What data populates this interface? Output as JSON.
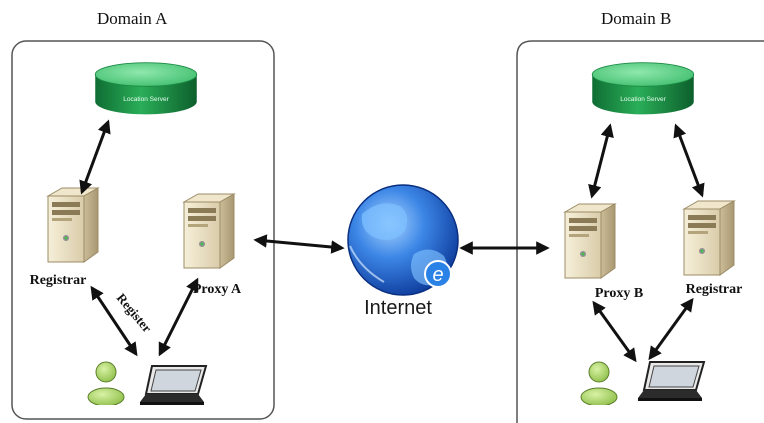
{
  "domains": {
    "a": {
      "title": "Domain A",
      "location_server": "Location Server",
      "registrar": "Registrar",
      "proxy": "Proxy A",
      "register": "Register"
    },
    "b": {
      "title": "Domain B",
      "location_server": "Location Server",
      "proxy": "Proxy B",
      "registrar": "Registrar"
    }
  },
  "internet": {
    "label": "Internet",
    "badge": "e"
  },
  "colors": {
    "server_green": "#1f9a4a",
    "server_top": "#5fd18a",
    "globe_blue": "#1f5fd0",
    "frame_border": "#555555"
  },
  "icons": {
    "database": "database-icon",
    "server": "server-tower-icon",
    "user": "user-icon",
    "laptop": "laptop-icon",
    "globe": "globe-icon"
  }
}
